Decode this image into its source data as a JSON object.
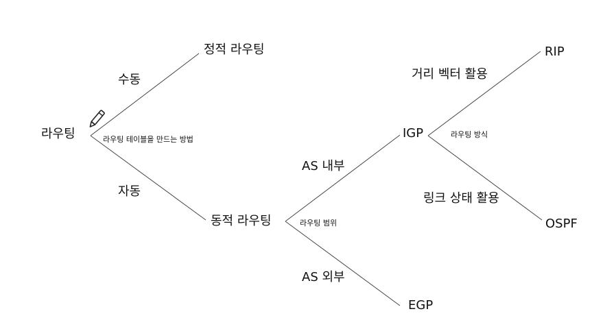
{
  "nodes": {
    "root": "라우팅",
    "static": "정적 라우팅",
    "dynamic": "동적 라우팅",
    "igp": "IGP",
    "egp": "EGP",
    "rip": "RIP",
    "ospf": "OSPF"
  },
  "edge_labels": {
    "manual": "수동",
    "auto": "자동",
    "as_internal": "AS 내부",
    "as_external": "AS 외부",
    "distance_vector": "거리 벡터 활용",
    "link_state": "링크 상태 활용"
  },
  "branch_notes": {
    "routing_table_method": "라우팅 테이블을 만드는 방법",
    "routing_scope": "라우팅 범위",
    "routing_method": "라우팅 방식"
  },
  "icons": {
    "pencil": "pencil-icon"
  }
}
